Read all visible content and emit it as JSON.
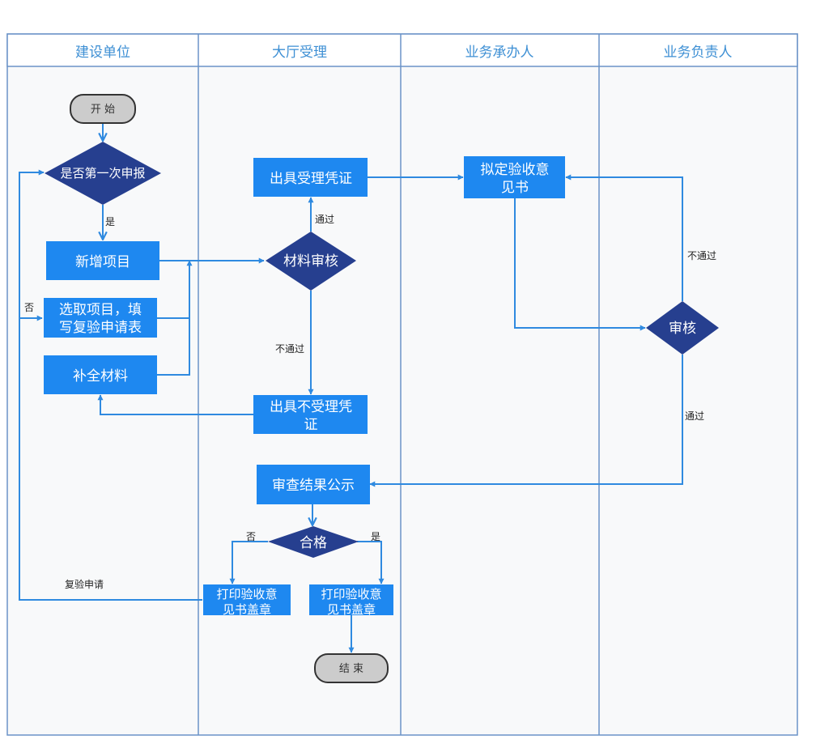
{
  "diagram": {
    "type": "swimlane-flowchart",
    "colors": {
      "lane_border": "#6b93c8",
      "lane_header_bg": "#ffffff",
      "lane_body_bg": "#f8f9fa",
      "lane_title": "#3d8fd4",
      "process_fill": "#1e88f0",
      "decision_fill": "#263f8f",
      "terminal_fill": "#cccccc",
      "terminal_stroke": "#333333",
      "connector": "#2f8ae0"
    },
    "lanes": [
      {
        "id": "lane1",
        "title": "建设单位"
      },
      {
        "id": "lane2",
        "title": "大厅受理"
      },
      {
        "id": "lane3",
        "title": "业务承办人"
      },
      {
        "id": "lane4",
        "title": "业务负责人"
      }
    ],
    "nodes": {
      "start": {
        "type": "terminal",
        "lines": [
          "开 始"
        ]
      },
      "first_apply": {
        "type": "decision",
        "lines": [
          "是否第一次申报"
        ]
      },
      "new_project": {
        "type": "process",
        "lines": [
          "新增项目"
        ]
      },
      "select_project": {
        "type": "process",
        "lines": [
          "选取项目，填",
          "写复验申请表"
        ]
      },
      "supplement": {
        "type": "process",
        "lines": [
          "补全材料"
        ]
      },
      "accept_voucher": {
        "type": "process",
        "lines": [
          "出具受理凭证"
        ]
      },
      "material_review": {
        "type": "decision",
        "lines": [
          "材料审核"
        ]
      },
      "reject_voucher": {
        "type": "process",
        "lines": [
          "出具不受理凭",
          "证"
        ]
      },
      "draft_opinion": {
        "type": "process",
        "lines": [
          "拟定验收意",
          "见书"
        ]
      },
      "review": {
        "type": "decision",
        "lines": [
          "审核"
        ]
      },
      "publish_result": {
        "type": "process",
        "lines": [
          "审查结果公示"
        ]
      },
      "qualified": {
        "type": "decision",
        "lines": [
          "合格"
        ]
      },
      "print_left": {
        "type": "process",
        "lines": [
          "打印验收意",
          "见书盖章"
        ]
      },
      "print_right": {
        "type": "process",
        "lines": [
          "打印验收意",
          "见书盖章"
        ]
      },
      "end": {
        "type": "terminal",
        "lines": [
          "结 束"
        ]
      }
    },
    "edge_labels": {
      "yes_first": "是",
      "no_first": "否",
      "pass_material": "通过",
      "fail_material": "不通过",
      "fail_review": "不通过",
      "pass_review": "通过",
      "no_qualified": "否",
      "yes_qualified": "是",
      "reapply": "复验申请"
    }
  }
}
